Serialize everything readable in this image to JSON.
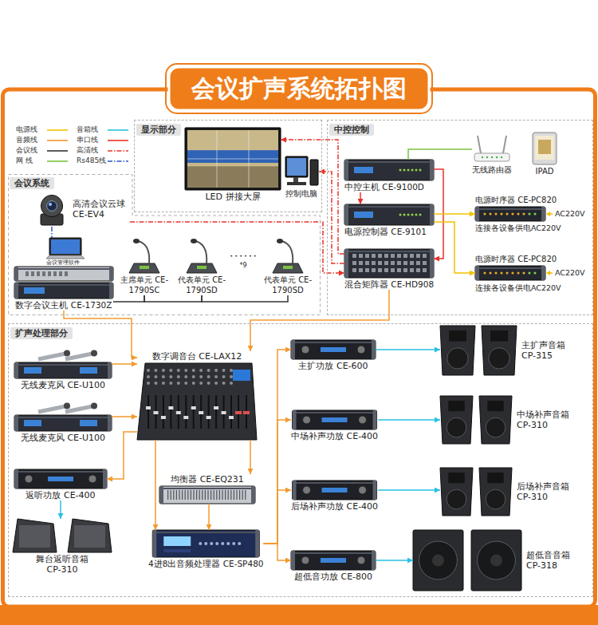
{
  "diagram": {
    "title": "会议扩声系统拓扑图",
    "nodes": [
      {
        "text": [
          "显示部分"
        ]
      },
      {
        "text": [
          "LED 拼接大屏"
        ],
        "in": 0
      },
      {
        "text": [
          "控制电脑"
        ],
        "in": 0
      },
      {
        "text": [
          "中控控制"
        ]
      },
      {
        "text": [
          "中控主机 CE-9100D"
        ],
        "in": 3
      },
      {
        "text": [
          "电源控制器 CE-9101"
        ],
        "in": 3
      },
      {
        "text": [
          "混合矩阵器 CE-HD908"
        ],
        "in": 3
      },
      {
        "text": [
          "无线路由器"
        ],
        "in": 3
      },
      {
        "text": [
          "IPAD"
        ],
        "in": 3
      },
      {
        "text": [
          "电源时序器 CE-PC820"
        ],
        "in": 3
      },
      {
        "text": [
          "电源时序器 CE-PC820"
        ],
        "in": 3
      },
      {
        "text": [
          "会议系统"
        ]
      },
      {
        "text": [
          "高清会议云球 CE-EV4"
        ],
        "in": 11
      },
      {
        "text": [
          "数字会议主机 CE-1730Z"
        ],
        "in": 11
      },
      {
        "text": [
          "主席单元 CE-1790SC"
        ],
        "in": 11
      },
      {
        "text": [
          "代表单元 CE-1790SD"
        ],
        "in": 11
      },
      {
        "text": [
          "代表单元 CE-1790SD"
        ],
        "in": 11
      },
      {
        "text": [
          "扩声处理部分"
        ]
      },
      {
        "text": [
          "无线麦克风 CE-U100"
        ],
        "in": 17
      },
      {
        "text": [
          "无线麦克风 CE-U100"
        ],
        "in": 17
      },
      {
        "text": [
          "数字调音台 CE-LAX12"
        ],
        "in": 17
      },
      {
        "text": [
          "返听功放 CE-400"
        ],
        "in": 17
      },
      {
        "text": [
          "舞台返听音箱 CP-310"
        ],
        "in": 17
      },
      {
        "text": [
          "均衡器 CE-EQ231"
        ],
        "in": 17
      },
      {
        "text": [
          "4进8出音频处理器 CE-SP480"
        ],
        "in": 17
      },
      {
        "text": [
          "主扩功放 CE-600"
        ],
        "in": 17
      },
      {
        "text": [
          "中场补声功放 CE-400"
        ],
        "in": 17
      },
      {
        "text": [
          "后场补声功放 CE-400"
        ],
        "in": 17
      },
      {
        "text": [
          "超低音功放 CE-800"
        ],
        "in": 17
      },
      {
        "text": [
          "主扩声音箱 CP-315"
        ],
        "in": 17
      },
      {
        "text": [
          "中场补声音箱 CP-310"
        ],
        "in": 17
      },
      {
        "text": [
          "后场补声音箱 CP-310"
        ],
        "in": 17
      },
      {
        "text": [
          "超低音音箱 CP-318"
        ],
        "in": 17
      }
    ],
    "edges": [
      {
        "from": 6,
        "to": 1,
        "arrow": "to"
      },
      {
        "from": 6,
        "to": 2,
        "arrow": "to"
      },
      {
        "from": 4,
        "to": 7,
        "arrow": "none"
      },
      {
        "from": 4,
        "to": 5,
        "arrow": "to"
      },
      {
        "from": 4,
        "to": 6,
        "arrow": "to"
      },
      {
        "from": 5,
        "to": 9,
        "arrow": "to"
      },
      {
        "from": 5,
        "to": 10,
        "arrow": "to"
      },
      {
        "from": 12,
        "to": 13,
        "arrow": "none"
      },
      {
        "from": 12,
        "to": 6,
        "arrow": "to"
      },
      {
        "from": 13,
        "to": 14,
        "arrow": "none"
      },
      {
        "from": 14,
        "to": 15,
        "arrow": "none"
      },
      {
        "from": 15,
        "to": 16,
        "arrow": "none"
      },
      {
        "from": 13,
        "to": 20,
        "arrow": "to"
      },
      {
        "from": 6,
        "to": 20,
        "arrow": "to"
      },
      {
        "from": 18,
        "to": 20,
        "arrow": "to"
      },
      {
        "from": 19,
        "to": 20,
        "arrow": "to"
      },
      {
        "from": 20,
        "to": 21,
        "arrow": "to"
      },
      {
        "from": 21,
        "to": 22,
        "arrow": "to"
      },
      {
        "from": 20,
        "to": 23,
        "arrow": "to"
      },
      {
        "from": 20,
        "to": 24,
        "arrow": "to"
      },
      {
        "from": 23,
        "to": 24,
        "arrow": "to"
      },
      {
        "from": 24,
        "to": 25,
        "arrow": "to"
      },
      {
        "from": 24,
        "to": 26,
        "arrow": "to"
      },
      {
        "from": 24,
        "to": 27,
        "arrow": "to"
      },
      {
        "from": 24,
        "to": 28,
        "arrow": "to"
      },
      {
        "from": 25,
        "to": 29,
        "arrow": "to"
      },
      {
        "from": 26,
        "to": 30,
        "arrow": "to"
      },
      {
        "from": 27,
        "to": 31,
        "arrow": "to"
      },
      {
        "from": 28,
        "to": 32,
        "arrow": "to"
      }
    ],
    "labels": [
      "会议管理软件",
      "• • • • • •",
      "*9",
      "AC220V",
      "连接各设备供电AC220V",
      "AC220V",
      "连接各设备供电AC220V"
    ],
    "legend": [
      {
        "text": "电源线"
      },
      {
        "text": "音频线"
      },
      {
        "text": "会议线"
      },
      {
        "text": "网 线"
      },
      {
        "text": "音箱线"
      },
      {
        "text": "串口线"
      },
      {
        "text": "高清线"
      },
      {
        "text": "Rs485线"
      }
    ]
  }
}
